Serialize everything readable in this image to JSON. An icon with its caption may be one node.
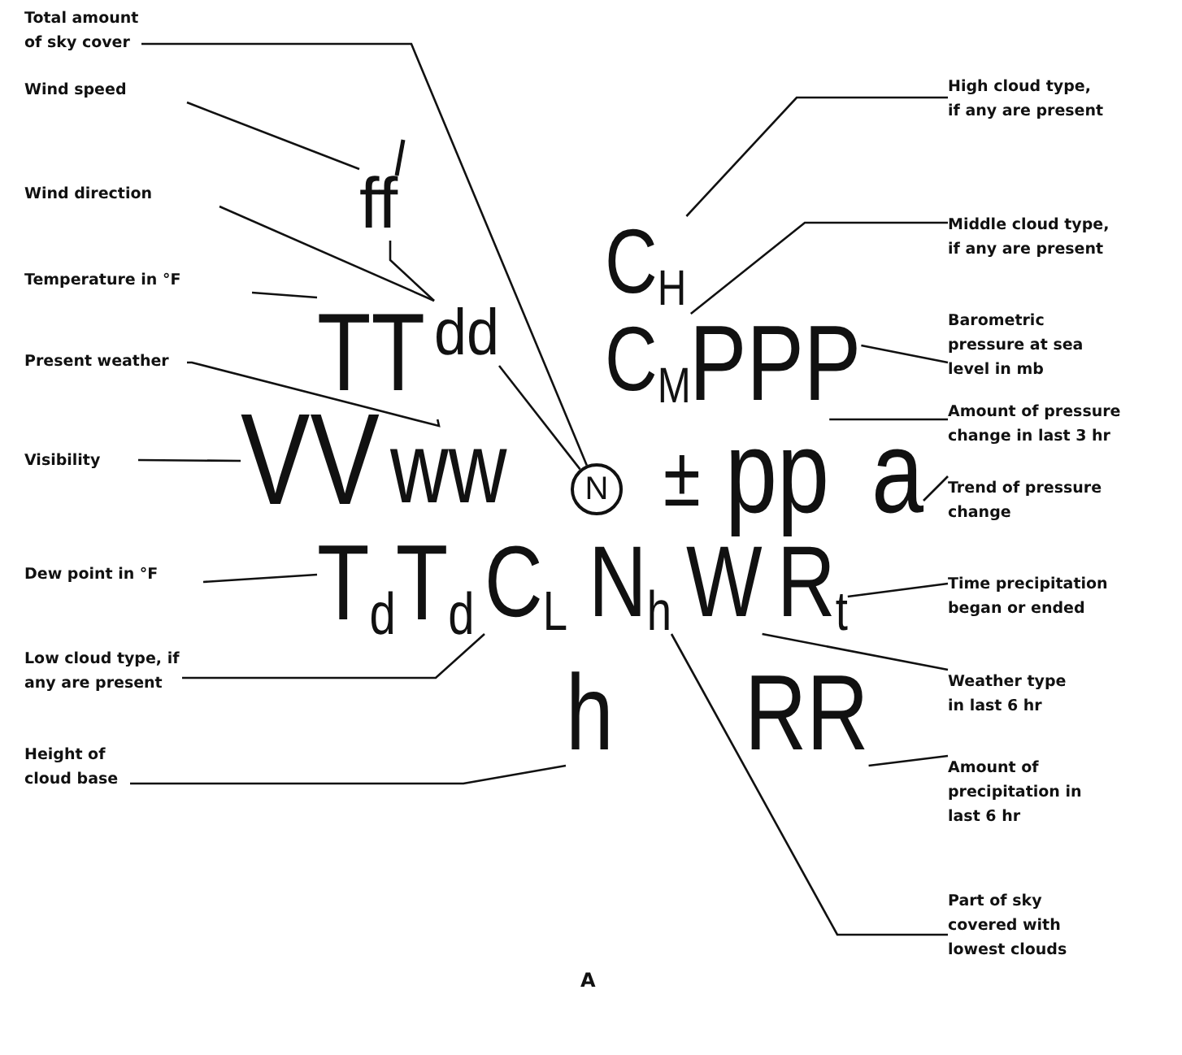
{
  "diagram": {
    "nodes": [
      {
        "text": [
          "Total amount of sky cover"
        ]
      },
      {
        "text": [
          "Wind speed"
        ]
      },
      {
        "text": [
          "ff"
        ]
      },
      {
        "text": [
          "Wind direction"
        ]
      },
      {
        "text": [
          "High cloud type, if any are present"
        ]
      },
      {
        "text": [
          "C$_{H}$"
        ]
      },
      {
        "text": [
          "Middle cloud type, if any are present"
        ]
      },
      {
        "text": [
          "Temperature in °F"
        ]
      },
      {
        "text": [
          "TT"
        ]
      },
      {
        "text": [
          "dd"
        ]
      },
      {
        "text": [
          "C$_{M}$"
        ]
      },
      {
        "text": [
          "PPP"
        ]
      },
      {
        "text": [
          "Barometric pressure at sea level in mb"
        ]
      },
      {
        "text": [
          "Present weather"
        ]
      },
      {
        "text": [
          "Amount of pressure change in last 3 hr"
        ]
      },
      {
        "text": [
          "Visibility"
        ]
      },
      {
        "text": [
          "VV"
        ]
      },
      {
        "text": [
          "ww"
        ]
      },
      {
        "text": [
          "N"
        ]
      },
      {
        "text": [
          "pp"
        ]
      },
      {
        "text": [
          "a"
        ]
      },
      {
        "text": [
          "Trend of pressure change"
        ]
      },
      {
        "text": [
          "Dew point in °F"
        ]
      },
      {
        "text": [
          "T$_{d}$T$_{d}$"
        ]
      },
      {
        "text": [
          "C$_{L}$"
        ]
      },
      {
        "text": [
          "N$_{h}$"
        ]
      },
      {
        "text": [
          "W"
        ]
      },
      {
        "text": [
          "R$_{t}$"
        ]
      },
      {
        "text": [
          "Time precipitation began or ended"
        ]
      },
      {
        "text": [
          "Low cloud type, if any are present"
        ]
      },
      {
        "text": [
          "h"
        ]
      },
      {
        "text": [
          "RR"
        ]
      },
      {
        "text": [
          "Weather type in last 6 hr"
        ]
      },
      {
        "text": [
          "Height of cloud base"
        ]
      },
      {
        "text": [
          "Amount of precipitation in last 6 hr"
        ]
      },
      {
        "text": [
          "Part of sky covered with lowest clouds"
        ]
      }
    ],
    "edges": [
      {
        "from": 0,
        "to": 18,
        "arrow": "none"
      },
      {
        "from": 1,
        "to": 2,
        "arrow": "none"
      },
      {
        "from": 2,
        "to": 9,
        "arrow": "none"
      },
      {
        "from": 3,
        "to": 9,
        "arrow": "none"
      },
      {
        "from": 4,
        "to": 5,
        "arrow": "none"
      },
      {
        "from": 6,
        "to": 10,
        "arrow": "none"
      },
      {
        "from": 7,
        "to": 8,
        "arrow": "none"
      },
      {
        "from": 9,
        "to": 18,
        "arrow": "none"
      },
      {
        "from": 12,
        "to": 11,
        "arrow": "none"
      },
      {
        "from": 13,
        "to": 17,
        "arrow": "none"
      },
      {
        "from": 14,
        "to": 19,
        "arrow": "none"
      },
      {
        "from": 15,
        "to": 16,
        "arrow": "none"
      },
      {
        "from": 21,
        "to": 20,
        "arrow": "none"
      },
      {
        "from": 22,
        "to": 23,
        "arrow": "none"
      },
      {
        "from": 29,
        "to": 24,
        "arrow": "none"
      },
      {
        "from": 28,
        "to": 27,
        "arrow": "none"
      },
      {
        "from": 32,
        "to": 26,
        "arrow": "none"
      },
      {
        "from": 33,
        "to": 30,
        "arrow": "none"
      },
      {
        "from": 34,
        "to": 31,
        "arrow": "none"
      },
      {
        "from": 35,
        "to": 25,
        "arrow": "none"
      }
    ],
    "labels": [
      "±",
      "A"
    ]
  }
}
